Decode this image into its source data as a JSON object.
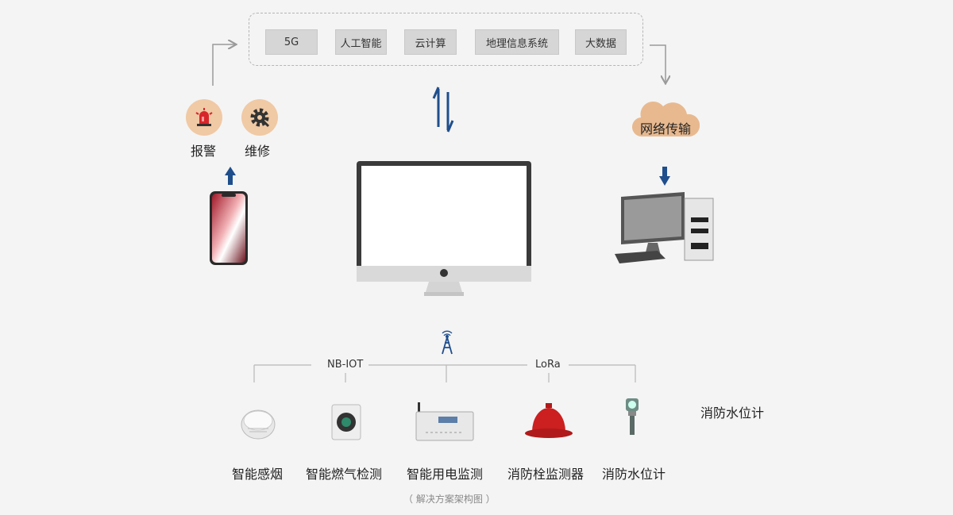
{
  "technologies": [
    "5G",
    "人工智能",
    "云计算",
    "地理信息系统",
    "大数据"
  ],
  "actions": [
    {
      "label": "报警",
      "icon": "alarm-siren-icon"
    },
    {
      "label": "维修",
      "icon": "gear-wrench-icon"
    }
  ],
  "cloud": {
    "label": "网络传输",
    "icon": "cloud-icon"
  },
  "network": {
    "left_label": "NB-IOT",
    "right_label": "LoRa"
  },
  "devices": [
    {
      "label": "智能感烟",
      "icon": "smoke-detector-icon"
    },
    {
      "label": "智能燃气检测",
      "icon": "gas-detector-icon"
    },
    {
      "label": "智能用电监测",
      "icon": "power-monitor-icon"
    },
    {
      "label": "消防栓监测器",
      "icon": "hydrant-monitor-icon"
    },
    {
      "label": "消防水位计",
      "icon": "water-level-meter-icon"
    }
  ],
  "side_label": "消防水位计",
  "caption": "（ 解决方案架构图 ）",
  "colors": {
    "accent_blue": "#1f4e8c",
    "circle": "#f0c9a5",
    "cloud": "#e8b98f",
    "arrow_gray": "#9a9a9a"
  }
}
